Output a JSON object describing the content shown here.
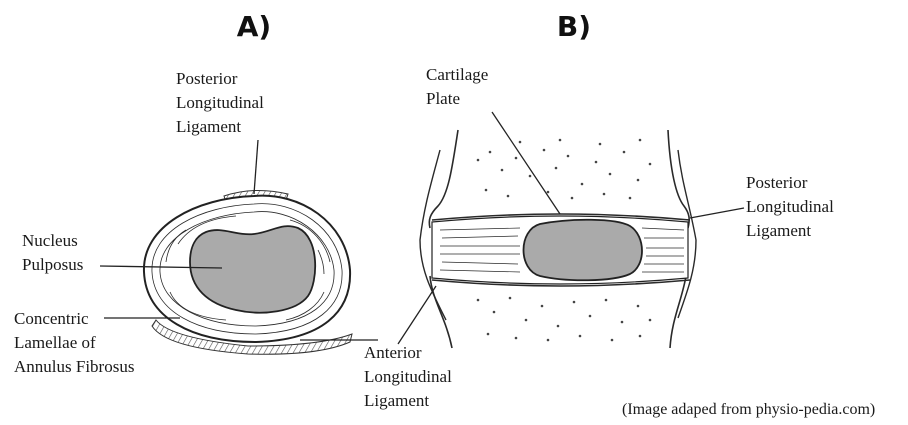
{
  "panels": {
    "a": {
      "title": "A)",
      "labels": {
        "posterior": [
          "Posterior",
          "Longitudinal",
          "Ligament"
        ],
        "nucleus": [
          "Nucleus",
          "Pulposus"
        ],
        "lamellae": [
          "Concentric",
          "Lamellae of",
          "Annulus Fibrosus"
        ]
      }
    },
    "b": {
      "title": "B)",
      "labels": {
        "cartilage": [
          "Cartilage",
          "Plate"
        ],
        "posterior": [
          "Posterior",
          "Longitudinal",
          "Ligament"
        ],
        "anterior": [
          "Anterior",
          "Longitudinal",
          "Ligament"
        ]
      }
    }
  },
  "credit": "(Image adaped from physio-pedia.com)",
  "colors": {
    "ink": "#222222",
    "nucleus_fill": "#aaaaaa",
    "ligament_fill": "#8c8c8c"
  }
}
